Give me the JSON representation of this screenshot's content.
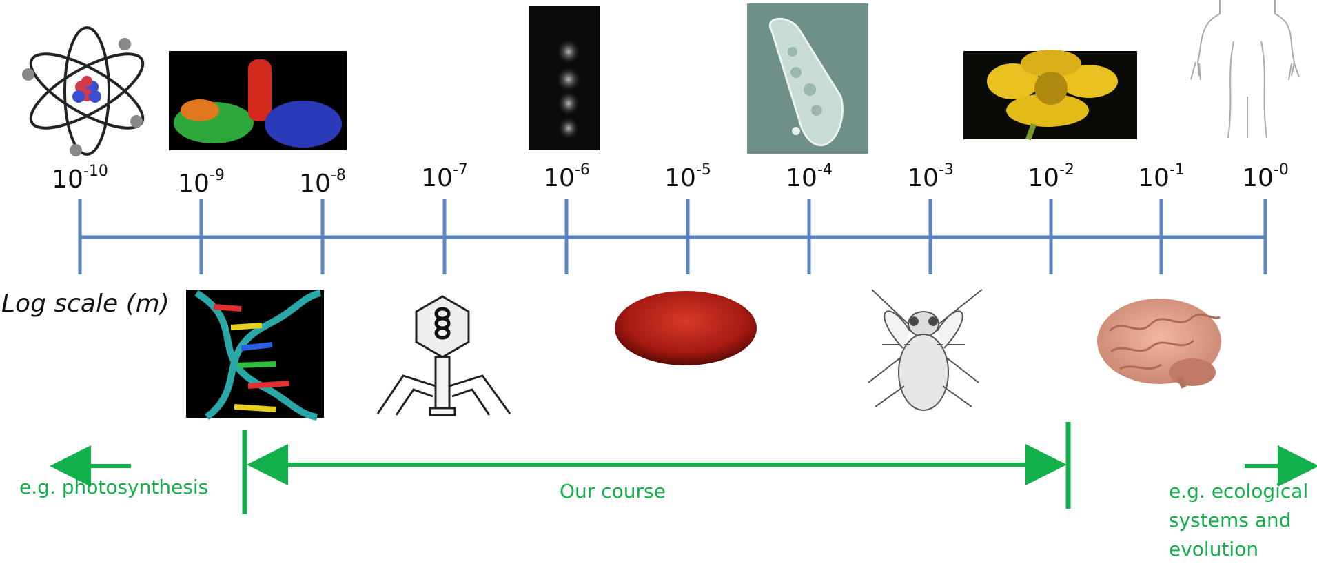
{
  "axis": {
    "title": "Log scale (m)",
    "ticks": [
      {
        "base": "10",
        "exp": "-10"
      },
      {
        "base": "10",
        "exp": "-9"
      },
      {
        "base": "10",
        "exp": "-8"
      },
      {
        "base": "10",
        "exp": "-7"
      },
      {
        "base": "10",
        "exp": "-6"
      },
      {
        "base": "10",
        "exp": "-5"
      },
      {
        "base": "10",
        "exp": "-4"
      },
      {
        "base": "10",
        "exp": "-3"
      },
      {
        "base": "10",
        "exp": "-2"
      },
      {
        "base": "10",
        "exp": "-1"
      },
      {
        "base": "10",
        "exp": "-0"
      }
    ]
  },
  "ranges": {
    "left_label": "e.g. photosynthesis",
    "course_label": "Our course",
    "right_lines": [
      "e.g. ecological",
      "systems and",
      "evolution"
    ]
  },
  "illustrations": {
    "above": [
      "atom",
      "protein",
      "microscopy-spots",
      "amoeba",
      "buttercup-flower",
      "human-outline"
    ],
    "below": [
      "dna-helix",
      "bacteriophage",
      "red-blood-cell",
      "fruit-fly",
      "brain"
    ]
  },
  "colors": {
    "axis": "#5a85c0",
    "accent": "#11b04a"
  }
}
